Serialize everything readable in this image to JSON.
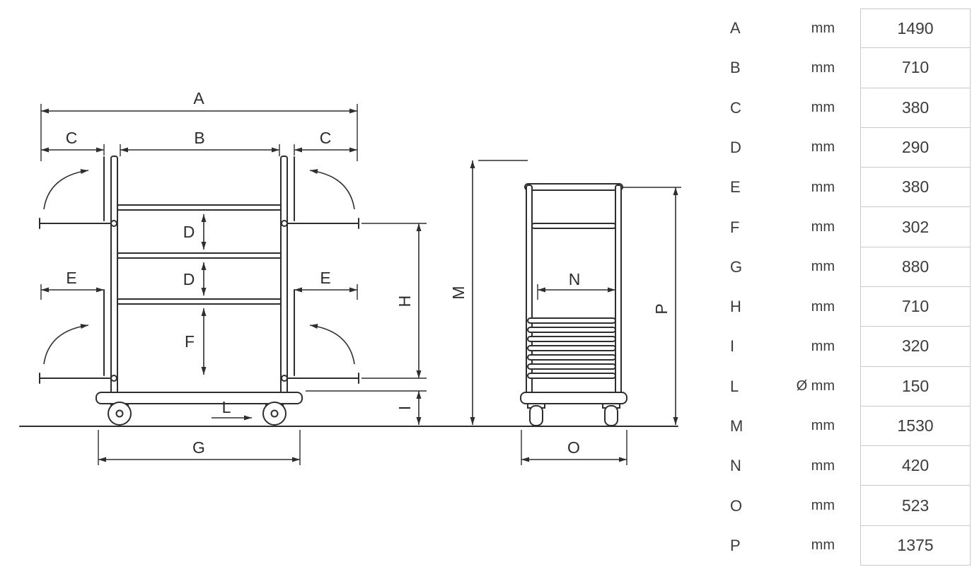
{
  "colors": {
    "line": "#2e2e2e",
    "table_border": "#c9c9c9",
    "text": "#3c3c3c"
  },
  "diagram": {
    "labels": {
      "A": "A",
      "B": "B",
      "C_left": "C",
      "C_right": "C",
      "D_upper": "D",
      "D_lower": "D",
      "E_left": "E",
      "E_right": "E",
      "F": "F",
      "G": "G",
      "H": "H",
      "I": "I",
      "L": "L",
      "M": "M",
      "N": "N",
      "O": "O",
      "P": "P"
    }
  },
  "table": {
    "rows": [
      {
        "label": "A",
        "unit": "mm",
        "value": "1490"
      },
      {
        "label": "B",
        "unit": "mm",
        "value": "710"
      },
      {
        "label": "C",
        "unit": "mm",
        "value": "380"
      },
      {
        "label": "D",
        "unit": "mm",
        "value": "290"
      },
      {
        "label": "E",
        "unit": "mm",
        "value": "380"
      },
      {
        "label": "F",
        "unit": "mm",
        "value": "302"
      },
      {
        "label": "G",
        "unit": "mm",
        "value": "880"
      },
      {
        "label": "H",
        "unit": "mm",
        "value": "710"
      },
      {
        "label": "I",
        "unit": "mm",
        "value": "320"
      },
      {
        "label": "L",
        "unit": "Ø mm",
        "value": "150"
      },
      {
        "label": "M",
        "unit": "mm",
        "value": "1530"
      },
      {
        "label": "N",
        "unit": "mm",
        "value": "420"
      },
      {
        "label": "O",
        "unit": "mm",
        "value": "523"
      },
      {
        "label": "P",
        "unit": "mm",
        "value": "1375"
      }
    ]
  }
}
